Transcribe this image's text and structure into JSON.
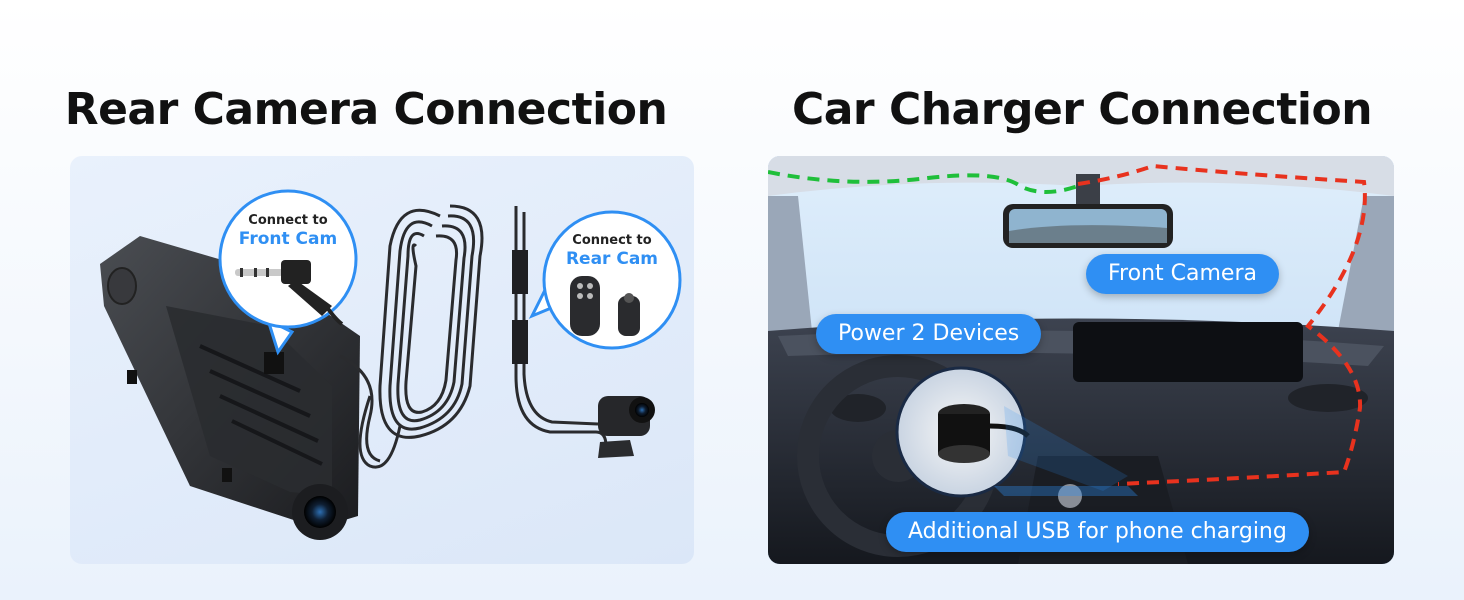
{
  "left": {
    "title": "Rear Camera Connection",
    "front_bubble": {
      "line1": "Connect to",
      "line2": "Front Cam"
    },
    "rear_bubble": {
      "line1": "Connect to",
      "line2": "Rear Cam"
    }
  },
  "right": {
    "title": "Car Charger Connection",
    "labels": {
      "front_camera": "Front Camera",
      "power": "Power 2 Devices",
      "usb": "Additional USB for phone charging"
    }
  },
  "colors": {
    "accent_blue": "#2f8ff3",
    "route_green": "#1fbf3a",
    "route_red": "#e8321e"
  }
}
